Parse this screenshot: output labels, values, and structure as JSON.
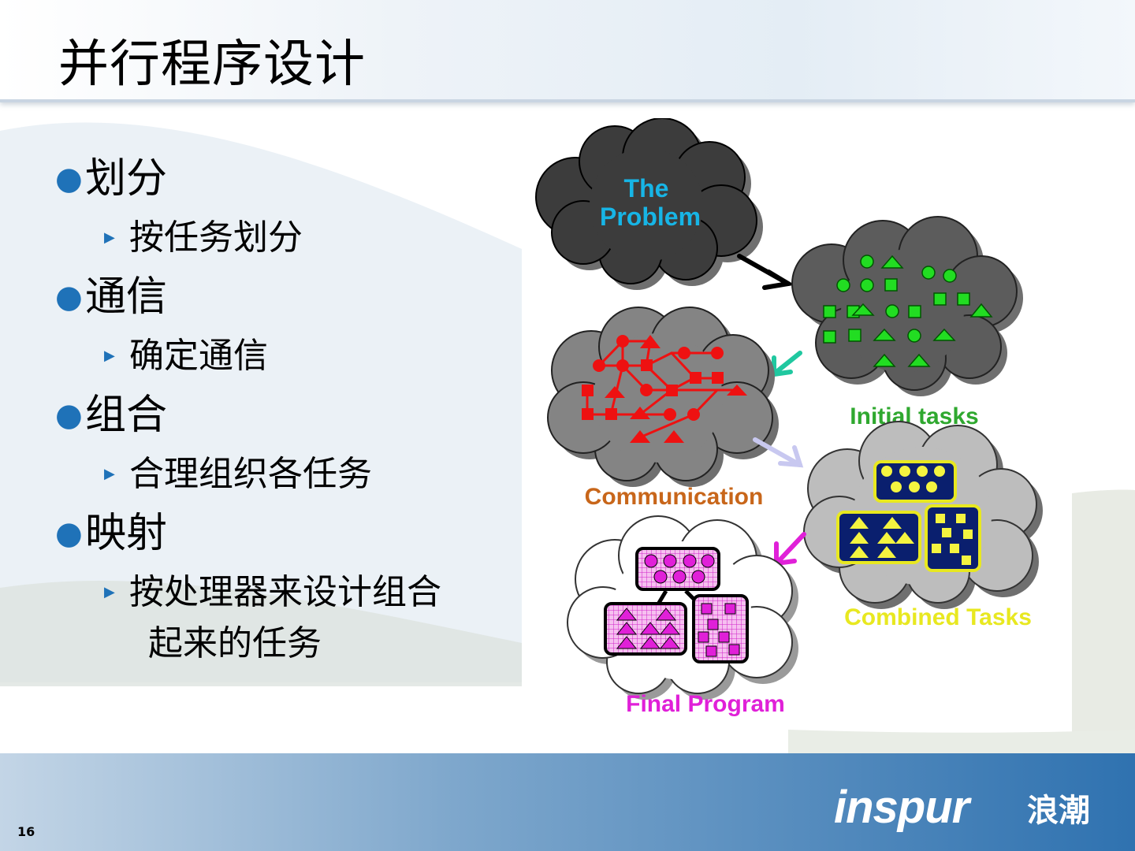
{
  "title": "并行程序设计",
  "bullets": [
    {
      "main": "划分",
      "sub": [
        "按任务划分"
      ]
    },
    {
      "main": "通信",
      "sub": [
        "确定通信"
      ]
    },
    {
      "main": "组合",
      "sub": [
        "合理组织各任务"
      ]
    },
    {
      "main": "映射",
      "sub": [
        "按处理器来设计组合",
        "起来的任务"
      ]
    }
  ],
  "figure": {
    "problem_line1": "The",
    "problem_line2": "Problem",
    "initial": "Initial tasks",
    "communication": "Communication",
    "combined": "Combined  Tasks",
    "final": "Final Program"
  },
  "page_number": "16",
  "logo": {
    "brand": "inspur",
    "cn": "浪潮"
  },
  "colors": {
    "bullet": "#1f72b8",
    "problem_text": "#17b5e6",
    "initial": "#2fa82f",
    "communication": "#c8661a",
    "combined": "#e8e820",
    "final": "#e02ad8"
  }
}
